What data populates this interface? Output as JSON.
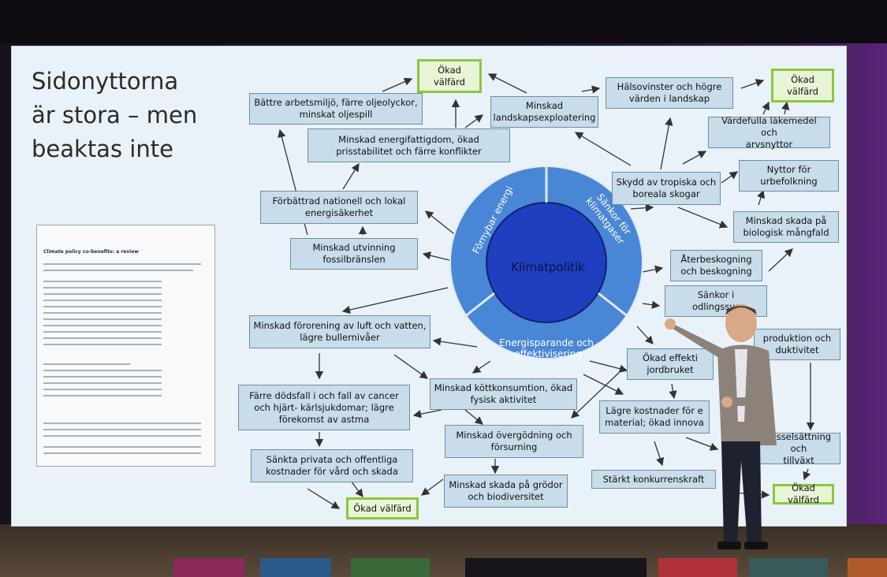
{
  "slide": {
    "title": "Sidonyttorna\när stora – men\nbeaktas inte",
    "center": "Klimatpolitik",
    "wheel": {
      "left": "Förnybar energi",
      "right": "Sänkor för\nklimatgaser",
      "bottom": "Energisparande och\n-effektivisering"
    },
    "paper_title": "Climate policy co-benefits: a review",
    "boxes": {
      "b1": "Bättre arbetsmiljö, färre oljeolyckor,\nminskat oljespill",
      "b2": "Ökad\nvälfärd",
      "b3": "Minskad\nlandskapsexploatering",
      "b4": "Hälsovinster och högre\nvärden i landskap",
      "b5": "Ökad\nvälfärd",
      "b6": "Minskad energifattigdom, ökad\nprisstabilitet och färre konflikter",
      "b7": "Värdefulla läkemedel och\narvsnyttor",
      "b8": "Skydd av tropiska och\nboreala skogar",
      "b9": "Nyttor för\nurbefolkning",
      "b10": "Förbättrad nationell och lokal\nenergisäkerhet",
      "b11": "Minskad skada på\nbiologisk mångfald",
      "b12": "Minskad utvinning\nfossilbränslen",
      "b13": "Återbeskogning\noch beskogning",
      "b14": "Sänkor i\nodlingssys",
      "b15": "Minskad förorening av luft och vatten,\nlägre bullernivåer",
      "b16": "produktion och\nduktivitet",
      "b17": "Ökad effekti\njordbruket",
      "b18": "Minskad köttkonsumtion, ökad\nfysisk aktivitet",
      "b19": "Färre dödsfall i och fall av cancer\noch hjärt- kärlsjukdomar; lägre\nförekomst av astma",
      "b20": "Lägre kostnader för e\nmaterial; ökad innova",
      "b21": "Minskad övergödning och\nförsurning",
      "b22": "sysselsättning och\ntillväxt",
      "b23": "Sänkta privata och offentliga\nkostnader för vård och skada",
      "b24": "Stärkt konkurrenskraft",
      "b25": "Minskad skada på grödor\noch biodiversitet",
      "b26": "Ökad välfärd",
      "b27": "Ökad välfärd"
    }
  },
  "colors": {
    "box_fill": "#c8dcea",
    "box_border": "#6f8ea6",
    "green_border": "#8cc63f",
    "ring": "#4a86d6",
    "center": "#1f3fbf"
  }
}
